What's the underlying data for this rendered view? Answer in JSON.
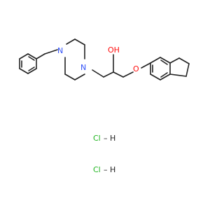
{
  "molecule": {
    "atoms": {
      "n1": "N",
      "n2": "N",
      "oh": "OH",
      "o": "O"
    },
    "colors": {
      "bond": "#222222",
      "nitrogen": "#3050f8",
      "oxygen": "#ff0d0d",
      "chlorine": "#1fb51f",
      "text": "#222222"
    }
  },
  "salts": [
    {
      "cl": "Cl",
      "dash": "–",
      "h": "H"
    },
    {
      "cl": "Cl",
      "dash": "–",
      "h": "H"
    }
  ]
}
